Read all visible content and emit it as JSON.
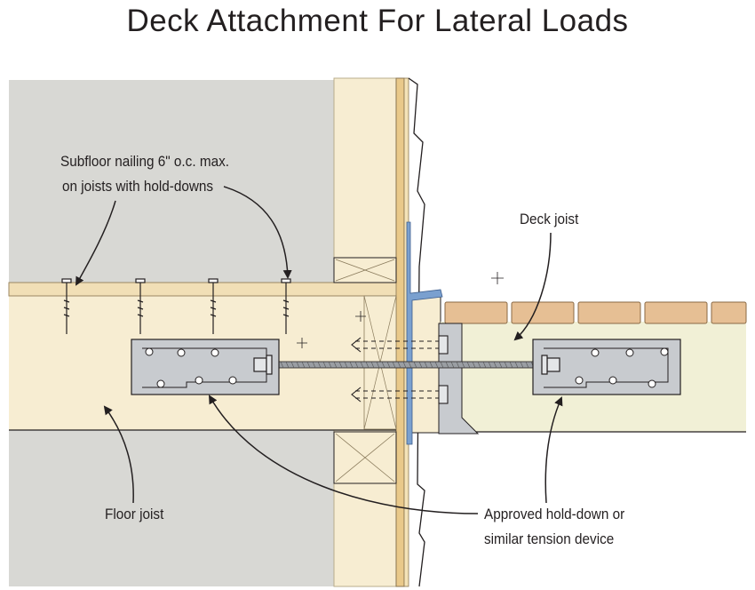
{
  "title": "Deck Attachment For Lateral Loads",
  "labels": {
    "subfloor_line1": "Subfloor nailing 6\" o.c. max.",
    "subfloor_line2": "on joists with hold-downs",
    "deck_joist": "Deck joist",
    "floor_joist": "Floor joist",
    "hold_down_line1": "Approved hold-down or",
    "hold_down_line2": "similar tension device"
  },
  "colors": {
    "wall_gray": "#d8d8d4",
    "lumber": "#f7edd2",
    "deck_joist_fill": "#f1f0d6",
    "decking": "#e6bf94",
    "metal": "#c8cbcf",
    "flashing_blue": "#7aa0cf",
    "line": "#231f20"
  }
}
